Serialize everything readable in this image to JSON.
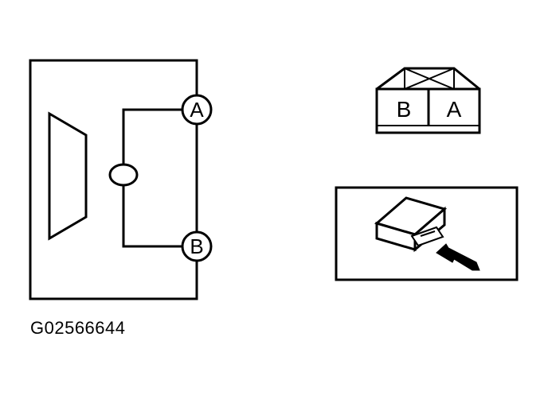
{
  "left_schematic": {
    "terminal_a": "A",
    "terminal_b": "B"
  },
  "connector_face": {
    "cavity_left": "B",
    "cavity_right": "A"
  },
  "figure_code": "G02566644",
  "colors": {
    "ink": "#000000",
    "background": "#ffffff"
  }
}
